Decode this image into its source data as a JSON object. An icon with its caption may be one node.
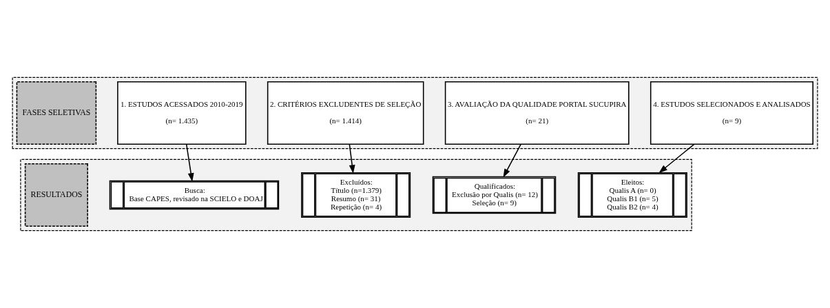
{
  "diagram": {
    "nodes": [
      {
        "text": [],
        "shape": "box"
      },
      {
        "text": [
          "FASES SELETIVAS"
        ],
        "in": 0
      },
      {
        "text": [
          "1. ESTUDOS ACESSADOS 2010-2019",
          "(n= 1.435)"
        ],
        "in": 0
      },
      {
        "text": [
          "2. CRITÉRIOS EXCLUDENTES DE SELEÇÃO",
          "(n= 1.414)"
        ],
        "in": 0
      },
      {
        "text": [
          "3. AVALIAÇÃO DA QUALIDADE PORTAL SUCUPIRA",
          "(n= 21)"
        ],
        "in": 0
      },
      {
        "text": [
          "4. ESTUDOS SELECIONADOS E ANALISADOS",
          "(n= 9)"
        ],
        "in": 0
      },
      {
        "text": [],
        "shape": "box"
      },
      {
        "text": [
          "RESULTADOS"
        ],
        "in": 6
      },
      {
        "text": [
          "Busca:",
          "Base CAPES, revisado na SCIELO e DOAJ"
        ],
        "in": 6
      },
      {
        "text": [
          "Excluídos:",
          "Título (n=1.379)",
          "Resumo (n= 31)",
          "Repetição (n= 4)"
        ],
        "in": 6
      },
      {
        "text": [
          "Qualificados:",
          "Exclusão por Qualis (n= 12)",
          "Seleção (n= 9)"
        ],
        "in": 6
      },
      {
        "text": [
          "Eleitos:",
          "Qualis A (n= 0)",
          "Qualis B1 (n= 5)",
          "Qualis B2 (n= 4)"
        ],
        "in": 6
      }
    ],
    "edges": [
      {
        "from": 2,
        "to": 8,
        "arrow": "to"
      },
      {
        "from": 3,
        "to": 9,
        "arrow": "to"
      },
      {
        "from": 4,
        "to": 10,
        "arrow": "to"
      },
      {
        "from": 5,
        "to": 11,
        "arrow": "to"
      }
    ]
  }
}
